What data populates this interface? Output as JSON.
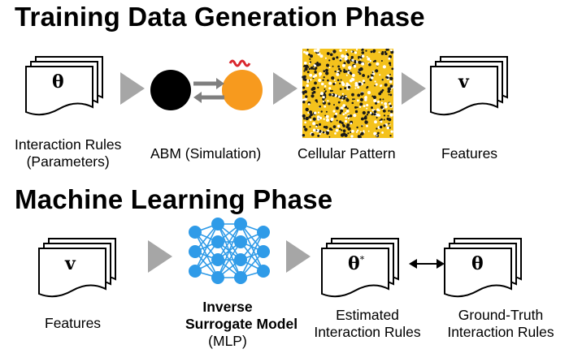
{
  "phase1": {
    "title": "Training Data Generation Phase",
    "labels": {
      "rules_line1": "Interaction Rules",
      "rules_line2": "(Parameters)",
      "abm": "ABM (Simulation)",
      "pattern": "Cellular Pattern",
      "features": "Features"
    },
    "symbols": {
      "theta": "θ",
      "v": "v"
    }
  },
  "phase2": {
    "title": "Machine Learning Phase",
    "labels": {
      "features": "Features",
      "model_line1": "Inverse",
      "model_line2": "Surrogate Model",
      "model_line3": "(MLP)",
      "estimated_line1": "Estimated",
      "estimated_line2": "Interaction Rules",
      "truth_line1": "Ground-Truth",
      "truth_line2": "Interaction Rules"
    },
    "symbols": {
      "v": "v",
      "theta_star": "θ",
      "star": "*",
      "theta": "θ"
    }
  },
  "colors": {
    "arrow": "#a6a6a6",
    "agent_dark": "#000000",
    "agent_orange": "#f79a1e",
    "node_blue": "#2f9be8",
    "signal_red": "#d9262c",
    "pattern_yellow": "#f4c21c"
  }
}
